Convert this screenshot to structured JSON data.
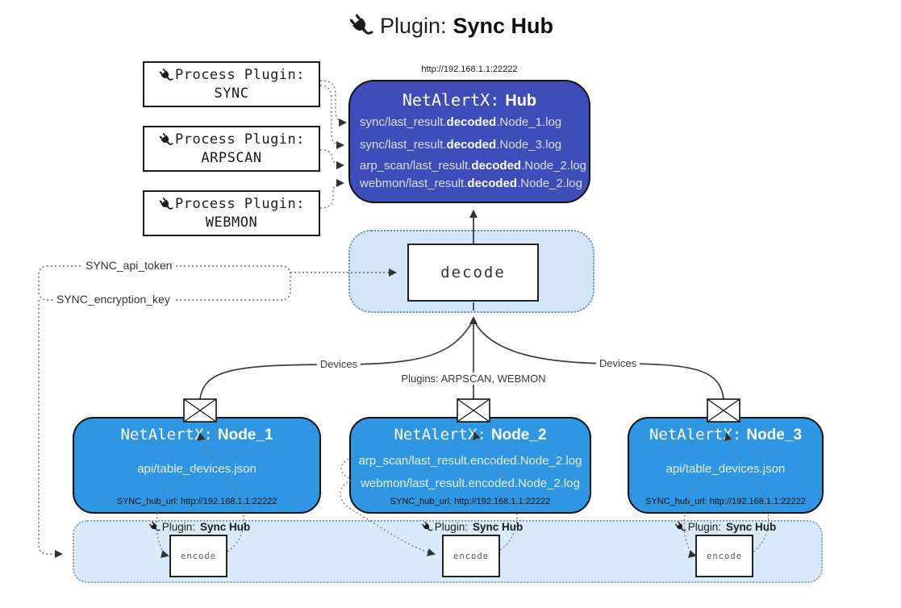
{
  "header": {
    "label": "Plugin:",
    "name": "Sync Hub"
  },
  "process_plugins": [
    {
      "label": "Process Plugin:",
      "name": "SYNC"
    },
    {
      "label": "Process Plugin:",
      "name": "ARPSCAN"
    },
    {
      "label": "Process Plugin:",
      "name": "WEBMON"
    }
  ],
  "hub": {
    "url": "http://192.168.1.1:22222",
    "title_label": "NetAlertX:",
    "title_name": "Hub",
    "logs": [
      {
        "pre": "sync/last_result.",
        "bold": "decoded",
        "post": ".Node_1.log"
      },
      {
        "pre": "sync/last_result.",
        "bold": "decoded",
        "post": ".Node_3.log"
      },
      {
        "pre": "arp_scan/last_result.",
        "bold": "decoded",
        "post": ".Node_2.log"
      },
      {
        "pre": "webmon/last_result.",
        "bold": "decoded",
        "post": ".Node_2.log"
      }
    ]
  },
  "decode": {
    "label": "decode"
  },
  "config": {
    "api_token": "SYNC_api_token",
    "encryption_key": "SYNC_encryption_key"
  },
  "edge_labels": {
    "left": "Devices",
    "middle": "Plugins: ARPSCAN, WEBMON",
    "right": "Devices"
  },
  "nodes": [
    {
      "title_label": "NetAlertX:",
      "title_name": "Node_1",
      "files": [
        "api/table_devices.json"
      ],
      "hub_url": "SYNC_hub_url: http://192.168.1.1:22222"
    },
    {
      "title_label": "NetAlertX:",
      "title_name": "Node_2",
      "files": [
        "arp_scan/last_result.encoded.Node_2.log",
        "webmon/last_result.encoded.Node_2.log"
      ],
      "hub_url": "SYNC_hub_url: http://192.168.1.1:22222"
    },
    {
      "title_label": "NetAlertX:",
      "title_name": "Node_3",
      "files": [
        "api/table_devices.json"
      ],
      "hub_url": "SYNC_hub_url: http://192.168.1.1:22222"
    }
  ],
  "encoders": [
    {
      "label": "Plugin:",
      "name": "Sync Hub",
      "box": "encode"
    },
    {
      "label": "Plugin:",
      "name": "Sync Hub",
      "box": "encode"
    },
    {
      "label": "Plugin:",
      "name": "Sync Hub",
      "box": "encode"
    }
  ],
  "colors": {
    "hub_fill": "#3e4dba",
    "node_fill": "#2e96e2",
    "band_fill": "#d9eafa",
    "decode_panel_fill": "#d3e6f8",
    "decode_panel_border": "#5e8fc0",
    "line": "#3b4046"
  }
}
